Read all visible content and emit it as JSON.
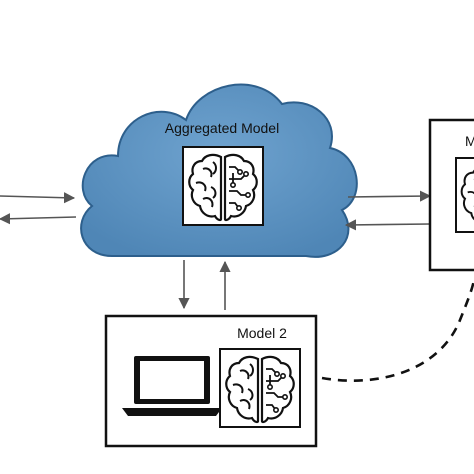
{
  "cloud": {
    "title": "Aggregated Model",
    "color": "#5b92c0",
    "outline": "#2d5f8c",
    "icon": "brain-circuit-icon"
  },
  "model2": {
    "label": "Model  2",
    "device_icon": "laptop-icon",
    "model_icon": "brain-circuit-icon"
  },
  "right_box": {
    "label_partial": "M",
    "model_icon": "brain-circuit-icon"
  },
  "connections": {
    "arrow_color": "#555555",
    "dashed_link": "dashed-connection"
  }
}
